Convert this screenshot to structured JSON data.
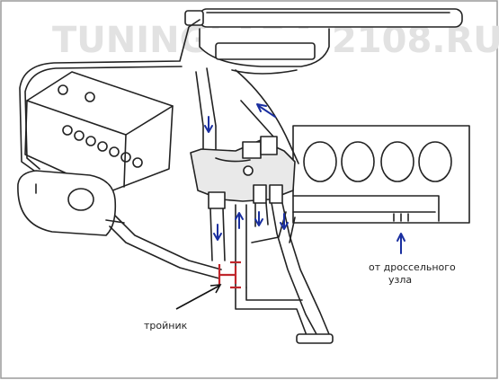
{
  "watermark": "TUNINGLADA.2108.RU",
  "labels": {
    "tee": "тройник",
    "throttle_line1": "от дроссельного",
    "throttle_line2": "узла"
  },
  "colors": {
    "line": "#222222",
    "flow_arrow": "#1a2fa0",
    "tee_highlight": "#c0262c",
    "watermark": "#e2e2e2",
    "frame": "#9a9a9a"
  },
  "icons": {
    "radiator": "radiator-icon",
    "battery": "battery-icon",
    "expansion_tank": "expansion-tank-icon",
    "thermostat": "thermostat-icon",
    "engine": "engine-block-icon",
    "tee": "tee-fitting-icon"
  }
}
